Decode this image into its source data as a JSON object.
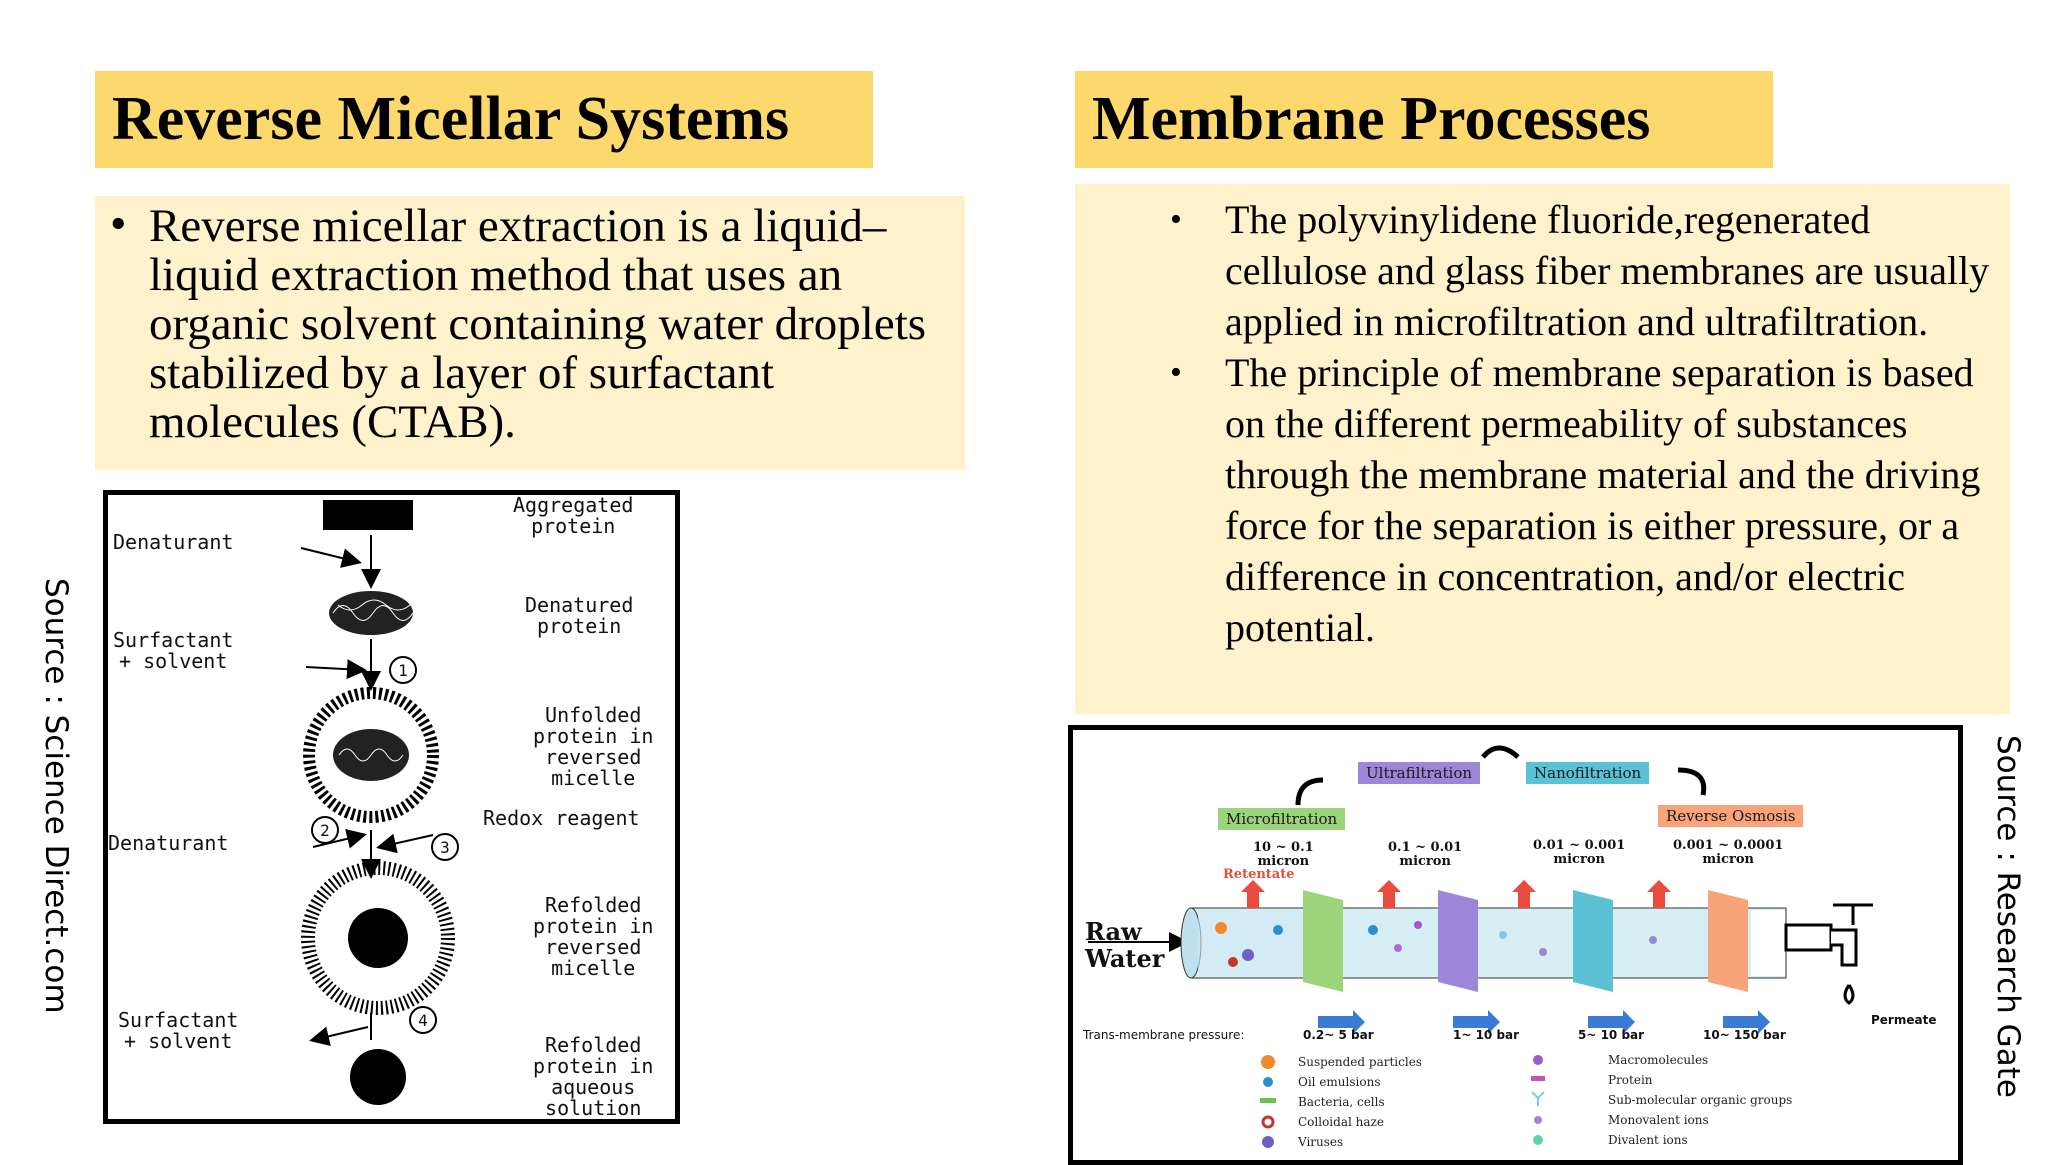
{
  "left": {
    "title": "Reverse Micellar Systems",
    "bullets": [
      "Reverse micellar extraction is a liquid–liquid extraction method that uses an organic solvent containing water droplets stabilized by a layer of surfactant molecules (CTAB)."
    ],
    "source": "Source : Science Direct.com",
    "figure": {
      "left_labels": [
        "Denaturant",
        "Surfactant\n+ solvent",
        "Denaturant",
        "Surfactant\n+ solvent"
      ],
      "right_labels": [
        "Aggregated\nprotein",
        "Denatured\nprotein",
        "Unfolded\nprotein in\nreversed\nmicelle",
        "Redox reagent",
        "Refolded\nprotein in\nreversed\nmicelle",
        "Refolded\nprotein in\naqueous\nsolution"
      ],
      "step_numbers": [
        "1",
        "2",
        "3",
        "4"
      ]
    }
  },
  "right": {
    "title": "Membrane Processes",
    "bullets": [
      "The polyvinylidene fluoride,regenerated cellulose and glass fiber membranes are usually applied in microfiltration and ultrafiltration.",
      "The principle of membrane separation is based on the different permeability of substances through the membrane material and the driving force for the separation is either pressure, or a difference in concentration, and/or electric potential."
    ],
    "source": "Source : Research Gate",
    "figure": {
      "process_tags": [
        "Microfiltration",
        "Ultrafiltration",
        "Nanofiltration",
        "Reverse Osmosis"
      ],
      "tag_colors": [
        "#9bd47a",
        "#9b86d9",
        "#5bc2d6",
        "#f8a37a"
      ],
      "pore_sizes": [
        "10 ~ 0.1\nmicron",
        "0.1 ~ 0.01\nmicron",
        "0.01 ~ 0.001\nmicron",
        "0.001 ~ 0.0001\nmicron"
      ],
      "retentate": "Retentate",
      "raw_water": "Raw\nWater",
      "permeate": "Permeate",
      "pressure_label": "Trans-membrane pressure:",
      "pressures": [
        "0.2~ 5 bar",
        "1~ 10 bar",
        "5~ 10 bar",
        "10~ 150 bar"
      ],
      "legend_left": [
        "Suspended particles",
        "Oil emulsions",
        "Bacteria, cells",
        "Colloidal haze",
        "Viruses"
      ],
      "legend_right": [
        "Macromolecules",
        "Protein",
        "Sub-molecular organic groups",
        "Monovalent ions",
        "Divalent ions"
      ]
    }
  }
}
